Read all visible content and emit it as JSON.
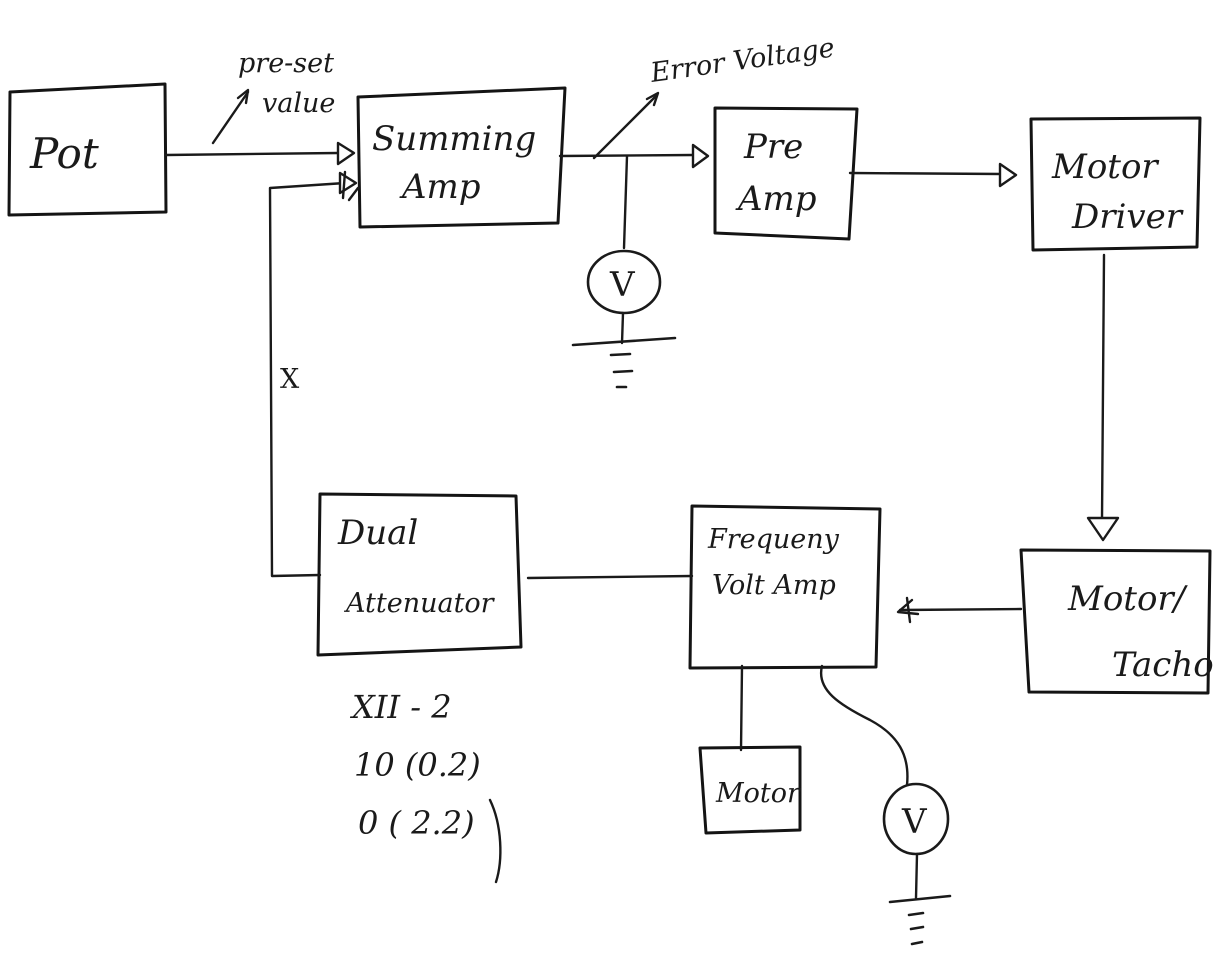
{
  "diagram": {
    "title": "Speed control loop block diagram (hand-drawn)",
    "blocks": {
      "pot": {
        "lines": [
          "Pot"
        ]
      },
      "summing_amp": {
        "lines": [
          "Summing",
          "Amp"
        ]
      },
      "pre_amp": {
        "lines": [
          "Pre",
          "Amp"
        ]
      },
      "motor_driver": {
        "lines": [
          "Motor",
          "Driver"
        ]
      },
      "motor_tacho": {
        "lines": [
          "Motor/",
          "Tacho"
        ]
      },
      "freq_volt_amp": {
        "lines": [
          "Frequeny",
          "Volt Amp"
        ]
      },
      "dual_attenuator": {
        "lines": [
          "Dual",
          "Attenuator"
        ]
      },
      "motor_small": {
        "lines": [
          "Motor"
        ]
      }
    },
    "annotations": {
      "preset_value": [
        "pre-set",
        "value"
      ],
      "error_voltage": "Error Voltage",
      "feedback_label": "X",
      "attenuator_notes": [
        "XII - 2",
        "10 (0.2)",
        "0 ( 2.2)"
      ]
    },
    "meters": {
      "error_meter": {
        "symbol": "V"
      },
      "output_meter": {
        "symbol": "V"
      }
    },
    "connections": [
      {
        "from": "Pot",
        "to": "Summing Amp",
        "label": "pre-set value"
      },
      {
        "from": "Summing Amp",
        "to": "Pre Amp",
        "label": "Error Voltage"
      },
      {
        "from": "Summing Amp output",
        "to": "Voltmeter (V) to ground"
      },
      {
        "from": "Pre Amp",
        "to": "Motor Driver"
      },
      {
        "from": "Motor Driver",
        "to": "Motor/Tacho"
      },
      {
        "from": "Motor/Tacho",
        "to": "Frequeny Volt Amp"
      },
      {
        "from": "Frequeny Volt Amp",
        "to": "Dual Attenuator"
      },
      {
        "from": "Frequeny Volt Amp",
        "to": "Motor"
      },
      {
        "from": "Frequeny Volt Amp",
        "to": "Voltmeter (V) to ground"
      },
      {
        "from": "Dual Attenuator",
        "to": "Summing Amp",
        "label": "X"
      }
    ]
  }
}
